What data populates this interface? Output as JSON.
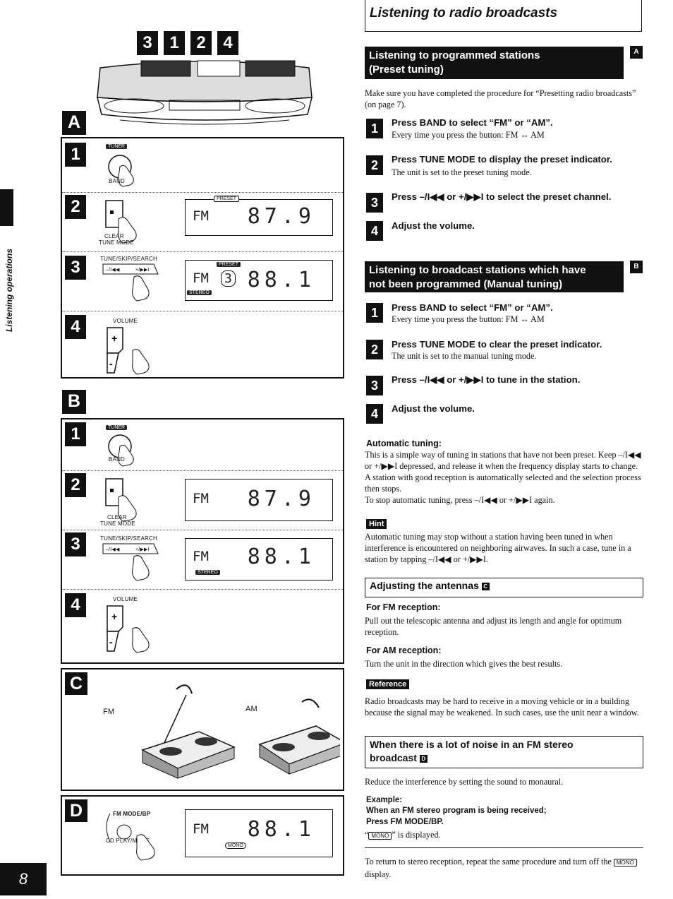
{
  "page": {
    "number": "8",
    "section_label": "Listening operations"
  },
  "figure": {
    "top_steps": [
      "3",
      "1",
      "2",
      "4"
    ],
    "panel_a": {
      "letter": "A",
      "steps": [
        "1",
        "2",
        "3",
        "4"
      ],
      "labels": {
        "tuner": "TUNER",
        "band": "BAND",
        "clear": "CLEAR",
        "tune_mode": "TUNE MODE",
        "tune_skip_search": "TUNE/SKIP/SEARCH",
        "volume": "VOLUME",
        "minus": "–/I◀◀",
        "plus": "+/▶▶I"
      },
      "display_1": {
        "band": "FM",
        "freq": "87.9",
        "tag": "PRESET"
      },
      "display_2": {
        "band": "FM",
        "channel": "3",
        "freq": "88.1",
        "tag_top": "PRESET",
        "tag_bottom": "STEREO"
      }
    },
    "panel_b": {
      "letter": "B",
      "steps": [
        "1",
        "2",
        "3",
        "4"
      ],
      "display_1": {
        "band": "FM",
        "freq": "87.9"
      },
      "display_2": {
        "band": "FM",
        "freq": "88.1",
        "tag_bottom": "STEREO"
      }
    },
    "panel_c": {
      "letter": "C",
      "fm": "FM",
      "am": "AM"
    },
    "panel_d": {
      "letter": "D",
      "fm_mode": "FM MODE/BP",
      "cd_play": "CD PLAY/MODE",
      "display": {
        "band": "FM",
        "freq": "88.1",
        "tag": "MONO"
      }
    }
  },
  "title": "Listening to radio broadcasts",
  "section_a": {
    "heading_line1": "Listening to programmed stations",
    "heading_line2": "(Preset tuning)",
    "tag": "A",
    "intro": "Make sure you have completed the procedure for “Presetting radio broadcasts” (on page 7).",
    "steps": [
      {
        "num": "1",
        "head": "Press BAND to select “FM” or “AM”.",
        "body": "Every time you press the button: FM ↔ AM"
      },
      {
        "num": "2",
        "head": "Press TUNE MODE to display the preset indicator.",
        "body": "The unit is set to the preset tuning mode."
      },
      {
        "num": "3",
        "head": "Press –/I◀◀ or +/▶▶I to select the preset channel.",
        "body": ""
      },
      {
        "num": "4",
        "head": "Adjust the volume.",
        "body": ""
      }
    ]
  },
  "section_b": {
    "heading_line1": "Listening to broadcast stations which have",
    "heading_line2": "not been programmed (Manual tuning)",
    "tag": "B",
    "steps": [
      {
        "num": "1",
        "head": "Press BAND to select “FM” or “AM”.",
        "body": "Every time you press the button: FM ↔ AM"
      },
      {
        "num": "2",
        "head": "Press TUNE MODE to clear the preset indicator.",
        "body": "The unit is set to the manual tuning mode."
      },
      {
        "num": "3",
        "head": "Press –/I◀◀ or +/▶▶I to tune in the station.",
        "body": ""
      },
      {
        "num": "4",
        "head": "Adjust the volume.",
        "body": ""
      }
    ],
    "auto_head": "Automatic tuning:",
    "auto_text": "This is a simple way of tuning in stations that have not been preset. Keep –/I◀◀ or +/▶▶I depressed, and release it when the frequency display starts to change. A station with good reception is automatically selected and the selection process then stops.",
    "auto_stop": "To stop automatic tuning, press –/I◀◀ or +/▶▶I again.",
    "hint_label": "Hint",
    "hint_text": "Automatic tuning may stop without a station having been tuned in when interference is encountered on neighboring airwaves. In such a case, tune in a station by tapping –/I◀◀ or +/▶▶I."
  },
  "antennas": {
    "heading": "Adjusting the antennas",
    "tag": "C",
    "fm_head": "For FM reception:",
    "fm_text": "Pull out the telescopic antenna and adjust its length and angle for optimum reception.",
    "am_head": "For AM reception:",
    "am_text": "Turn the unit in the direction which gives the best results.",
    "ref_label": "Reference",
    "ref_text": "Radio broadcasts may be hard to receive in a moving vehicle or in a building because the signal may be weakened. In such cases, use the unit near a window."
  },
  "noise": {
    "heading_line1": "When there is a lot of noise in an FM stereo",
    "heading_line2": "broadcast",
    "tag": "D",
    "intro": "Reduce the interference by setting the sound to monaural.",
    "example_head": "Example:",
    "example_line1": "When an FM stereo program is being received;",
    "example_line2": "Press FM MODE/BP.",
    "mono_tag": "MONO",
    "displayed": "” is displayed.",
    "return_text_a": "To return to stereo reception, repeat the same procedure and turn off the",
    "return_text_b": "display."
  }
}
